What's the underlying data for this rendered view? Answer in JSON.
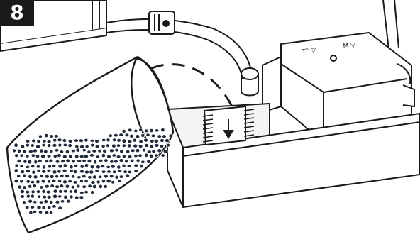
{
  "step": {
    "number": "8"
  },
  "illustration": {
    "unit_markings": [
      "T° ▽",
      "M ▽"
    ],
    "icons": [
      "pouring-cup-icon",
      "granules-icon",
      "pour-path-icon",
      "down-arrow-icon",
      "pump-unit-icon"
    ]
  }
}
